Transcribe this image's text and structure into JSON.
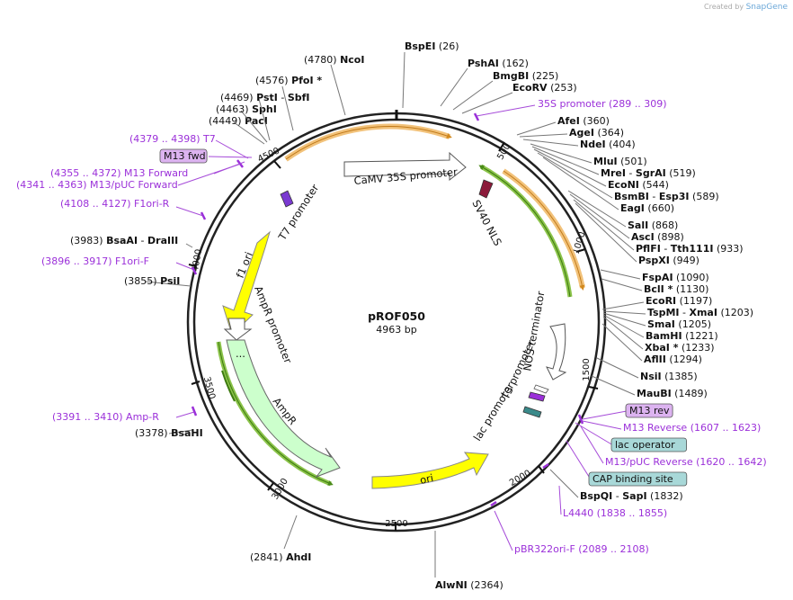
{
  "credit": {
    "prefix": "Created by",
    "brand": "SnapGene"
  },
  "plasmid": {
    "name": "pROF050",
    "length": "4963 bp"
  },
  "ring_ticks": [
    "500",
    "1000",
    "1500",
    "2000",
    "2500",
    "3000",
    "3500",
    "4000",
    "4500"
  ],
  "features": {
    "camv35s": "CaMV 35S promoter",
    "sv40nls": "SV40 NLS",
    "t7promoter": "T7 promoter",
    "f1ori": "f1 ori",
    "ampr_promoter": "AmpR promoter",
    "ampr": "AmpR",
    "ori": "ori",
    "nos_terminator": "NOS terminator",
    "t3promoter": "T3 promoter",
    "lac_promoter": "lac promoter",
    "ampr_dots": "..."
  },
  "sites": [
    {
      "name": "BspEI",
      "pos": "(26)"
    },
    {
      "name": "PshAI",
      "pos": "(162)"
    },
    {
      "name": "BmgBI",
      "pos": "(225)"
    },
    {
      "name": "EcoRV",
      "pos": "(253)"
    },
    {
      "name": "AfeI",
      "pos": "(360)"
    },
    {
      "name": "AgeI",
      "pos": "(364)"
    },
    {
      "name": "NdeI",
      "pos": "(404)"
    },
    {
      "name": "MluI",
      "pos": "(501)"
    },
    {
      "name": "MreI",
      "name2": "SgrAI",
      "pos": "(519)"
    },
    {
      "name": "EcoNI",
      "pos": "(544)"
    },
    {
      "name": "BsmBI",
      "name2": "Esp3I",
      "pos": "(589)"
    },
    {
      "name": "EagI",
      "pos": "(660)"
    },
    {
      "name": "SalI",
      "pos": "(868)"
    },
    {
      "name": "AscI",
      "pos": "(898)"
    },
    {
      "name": "PflFI",
      "name2": "Tth111I",
      "pos": "(933)"
    },
    {
      "name": "PspXI",
      "pos": "(949)"
    },
    {
      "name": "FspAI",
      "pos": "(1090)"
    },
    {
      "name": "BclI *",
      "pos": "(1130)"
    },
    {
      "name": "EcoRI",
      "pos": "(1197)"
    },
    {
      "name": "TspMI",
      "name2": "XmaI",
      "pos": "(1203)"
    },
    {
      "name": "SmaI",
      "pos": "(1205)"
    },
    {
      "name": "BamHI",
      "pos": "(1221)"
    },
    {
      "name": "XbaI *",
      "pos": "(1233)"
    },
    {
      "name": "AflII",
      "pos": "(1294)"
    },
    {
      "name": "NsiI",
      "pos": "(1385)"
    },
    {
      "name": "MauBI",
      "pos": "(1489)"
    },
    {
      "name": "BspQI",
      "name2": "SapI",
      "pos": "(1832)"
    },
    {
      "name": "AlwNI",
      "pos": "(2364)"
    },
    {
      "name": "AhdI",
      "pos": "(2841)"
    },
    {
      "name": "BsaHI",
      "pos": "(3378)"
    },
    {
      "name": "PsiI",
      "pos": "(3855)"
    },
    {
      "name": "BsaAI",
      "name2": "DraIII",
      "pos": "(3983)"
    },
    {
      "name": "PacI",
      "pos": "(4449)"
    },
    {
      "name": "SphI",
      "pos": "(4463)"
    },
    {
      "name": "PstI",
      "name2": "SbfI",
      "pos": "(4469)"
    },
    {
      "name": "PfoI *",
      "pos": "(4576)"
    },
    {
      "name": "NcoI",
      "pos": "(4780)"
    }
  ],
  "primers": [
    {
      "name": "35S promoter",
      "range": "(289 .. 309)"
    },
    {
      "name": "M13 rev",
      "range": ""
    },
    {
      "name": "M13 Reverse",
      "range": "(1607 .. 1623)"
    },
    {
      "name": "lac operator",
      "range": ""
    },
    {
      "name": "M13/pUC Reverse",
      "range": "(1620 .. 1642)"
    },
    {
      "name": "CAP binding site",
      "range": ""
    },
    {
      "name": "L4440",
      "range": "(1838 .. 1855)"
    },
    {
      "name": "pBR322ori-F",
      "range": "(2089 .. 2108)"
    },
    {
      "name": "Amp-R",
      "range": "(3391 .. 3410)"
    },
    {
      "name": "F1ori-F",
      "range": "(3896 .. 3917)"
    },
    {
      "name": "F1ori-R",
      "range": "(4108 .. 4127)"
    },
    {
      "name": "M13/pUC Forward",
      "range": "(4341 .. 4363)"
    },
    {
      "name": "M13 Forward",
      "range": "(4355 .. 4372)"
    },
    {
      "name": "T7",
      "range": "(4379 .. 4398)"
    },
    {
      "name": "M13 fwd",
      "range": ""
    }
  ],
  "colors": {
    "backbone": "#222222",
    "orange_feature": "#f2c27a",
    "green_feature": "#8bc34a",
    "f1ori_yellow": "#ffff00",
    "ori_yellow": "#ffff00",
    "ampr_green": "#ccffcc",
    "primer_purple": "#a64bd9",
    "m13_box": "#dcb3f0",
    "lac_box": "#a8d8d8"
  }
}
